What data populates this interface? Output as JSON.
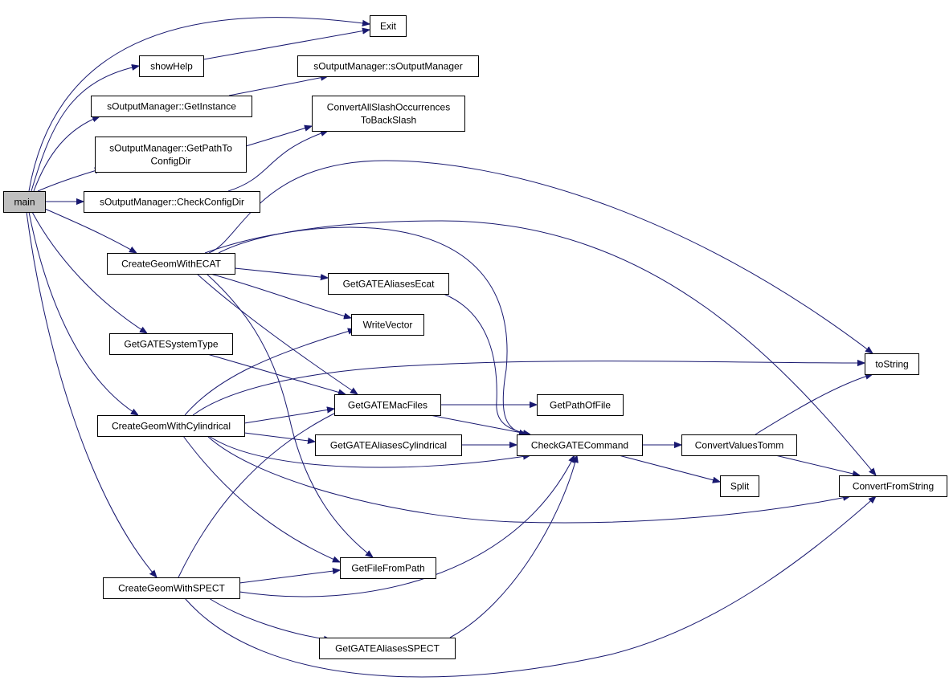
{
  "diagram": {
    "type": "call-graph",
    "colors": {
      "edge": "#191970",
      "root_fill": "#bfbfbf",
      "node_fill": "#ffffff",
      "border": "#000000"
    },
    "nodes": [
      {
        "id": "main",
        "lines": [
          "main"
        ],
        "root": true
      },
      {
        "id": "exit",
        "lines": [
          "Exit"
        ]
      },
      {
        "id": "showhelp",
        "lines": [
          "showHelp"
        ]
      },
      {
        "id": "som_ctor",
        "lines": [
          "sOutputManager::sOutputManager"
        ]
      },
      {
        "id": "som_getinstance",
        "lines": [
          "sOutputManager::GetInstance"
        ]
      },
      {
        "id": "convertslash",
        "lines": [
          "ConvertAllSlashOccurrences",
          "ToBackSlash"
        ]
      },
      {
        "id": "som_getpath",
        "lines": [
          "sOutputManager::GetPathTo",
          "ConfigDir"
        ]
      },
      {
        "id": "som_checkconfig",
        "lines": [
          "sOutputManager::CheckConfigDir"
        ]
      },
      {
        "id": "ecat",
        "lines": [
          "CreateGeomWithECAT"
        ]
      },
      {
        "id": "aliases_ecat",
        "lines": [
          "GetGATEAliasesEcat"
        ]
      },
      {
        "id": "writevector",
        "lines": [
          "WriteVector"
        ]
      },
      {
        "id": "systemtype",
        "lines": [
          "GetGATESystemType"
        ]
      },
      {
        "id": "tostring",
        "lines": [
          "toString"
        ]
      },
      {
        "id": "macfiles",
        "lines": [
          "GetGATEMacFiles"
        ]
      },
      {
        "id": "pathoffile",
        "lines": [
          "GetPathOfFile"
        ]
      },
      {
        "id": "cyl",
        "lines": [
          "CreateGeomWithCylindrical"
        ]
      },
      {
        "id": "aliases_cyl",
        "lines": [
          "GetGATEAliasesCylindrical"
        ]
      },
      {
        "id": "checkcmd",
        "lines": [
          "CheckGATECommand"
        ]
      },
      {
        "id": "convertvalues",
        "lines": [
          "ConvertValuesTomm"
        ]
      },
      {
        "id": "split",
        "lines": [
          "Split"
        ]
      },
      {
        "id": "convertfrom",
        "lines": [
          "ConvertFromString"
        ]
      },
      {
        "id": "filefrompath",
        "lines": [
          "GetFileFromPath"
        ]
      },
      {
        "id": "spect",
        "lines": [
          "CreateGeomWithSPECT"
        ]
      },
      {
        "id": "aliases_spect",
        "lines": [
          "GetGATEAliasesSPECT"
        ]
      }
    ],
    "edges": [
      [
        "main",
        "exit"
      ],
      [
        "main",
        "showhelp"
      ],
      [
        "main",
        "som_getinstance"
      ],
      [
        "main",
        "som_getpath"
      ],
      [
        "main",
        "som_checkconfig"
      ],
      [
        "main",
        "ecat"
      ],
      [
        "main",
        "systemtype"
      ],
      [
        "main",
        "cyl"
      ],
      [
        "main",
        "spect"
      ],
      [
        "showhelp",
        "exit"
      ],
      [
        "som_getinstance",
        "som_ctor"
      ],
      [
        "som_getpath",
        "convertslash"
      ],
      [
        "som_checkconfig",
        "convertslash"
      ],
      [
        "ecat",
        "aliases_ecat"
      ],
      [
        "ecat",
        "writevector"
      ],
      [
        "ecat",
        "macfiles"
      ],
      [
        "ecat",
        "checkcmd"
      ],
      [
        "ecat",
        "tostring"
      ],
      [
        "ecat",
        "convertfrom"
      ],
      [
        "ecat",
        "filefrompath"
      ],
      [
        "aliases_ecat",
        "checkcmd"
      ],
      [
        "systemtype",
        "macfiles"
      ],
      [
        "cyl",
        "writevector"
      ],
      [
        "cyl",
        "tostring"
      ],
      [
        "cyl",
        "macfiles"
      ],
      [
        "cyl",
        "aliases_cyl"
      ],
      [
        "cyl",
        "checkcmd"
      ],
      [
        "cyl",
        "convertfrom"
      ],
      [
        "cyl",
        "filefrompath"
      ],
      [
        "macfiles",
        "pathoffile"
      ],
      [
        "macfiles",
        "checkcmd"
      ],
      [
        "aliases_cyl",
        "checkcmd"
      ],
      [
        "checkcmd",
        "convertvalues"
      ],
      [
        "checkcmd",
        "split"
      ],
      [
        "convertvalues",
        "tostring"
      ],
      [
        "convertvalues",
        "convertfrom"
      ],
      [
        "spect",
        "filefrompath"
      ],
      [
        "spect",
        "macfiles"
      ],
      [
        "spect",
        "aliases_spect"
      ],
      [
        "spect",
        "checkcmd"
      ],
      [
        "spect",
        "convertfrom"
      ],
      [
        "aliases_spect",
        "checkcmd"
      ]
    ]
  }
}
